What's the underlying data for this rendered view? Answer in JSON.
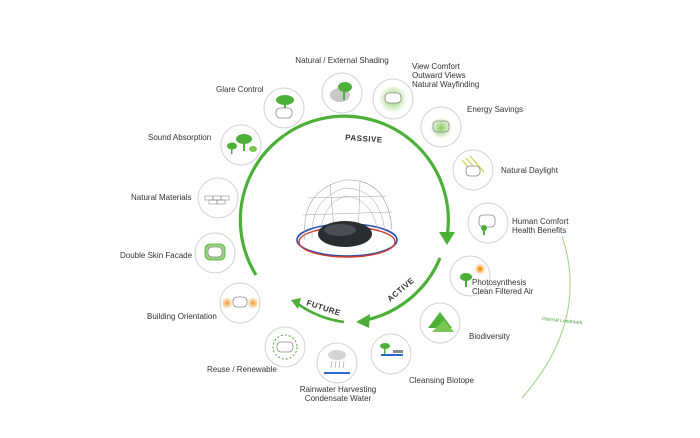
{
  "colors": {
    "accent": "#4caf38",
    "accent_light": "#9bd27e",
    "node_border": "#d2d2d2",
    "text": "#333333",
    "sun": "#f39a2e"
  },
  "arc_labels": {
    "passive": "PASSIVE",
    "active": "ACTIVE",
    "future": "FUTURE"
  },
  "side_label": "Internal Landmark",
  "nodes": [
    {
      "label": "Natural / External Shading",
      "icon": "tree-shade-icon"
    },
    {
      "label": "View Comfort\nOutward Views\nNatural Wayfinding",
      "icon": "view-pod-icon"
    },
    {
      "label": "Energy Savings",
      "icon": "energy-glow-icon"
    },
    {
      "label": "Natural Daylight",
      "icon": "daylight-icon"
    },
    {
      "label": "Human Comfort\nHealth Benefits",
      "icon": "human-comfort-icon"
    },
    {
      "label": "Photosynthesis\nClean Filtered  Air",
      "icon": "photosynthesis-icon"
    },
    {
      "label": "Biodiversity",
      "icon": "biodiversity-icon"
    },
    {
      "label": "Cleansing Biotope",
      "icon": "biotope-icon"
    },
    {
      "label": "Rainwater Harvesting\nCondensate Water",
      "icon": "rain-cloud-icon"
    },
    {
      "label": "Reuse / Renewable",
      "icon": "recycle-icon"
    },
    {
      "label": "Building Orientation",
      "icon": "sun-orientation-icon"
    },
    {
      "label": "Double Skin Facade",
      "icon": "double-skin-icon"
    },
    {
      "label": "Natural Materials",
      "icon": "brick-icon"
    },
    {
      "label": "Sound Absorption",
      "icon": "trees-icon"
    },
    {
      "label": "Glare Control",
      "icon": "glare-tree-icon"
    }
  ]
}
